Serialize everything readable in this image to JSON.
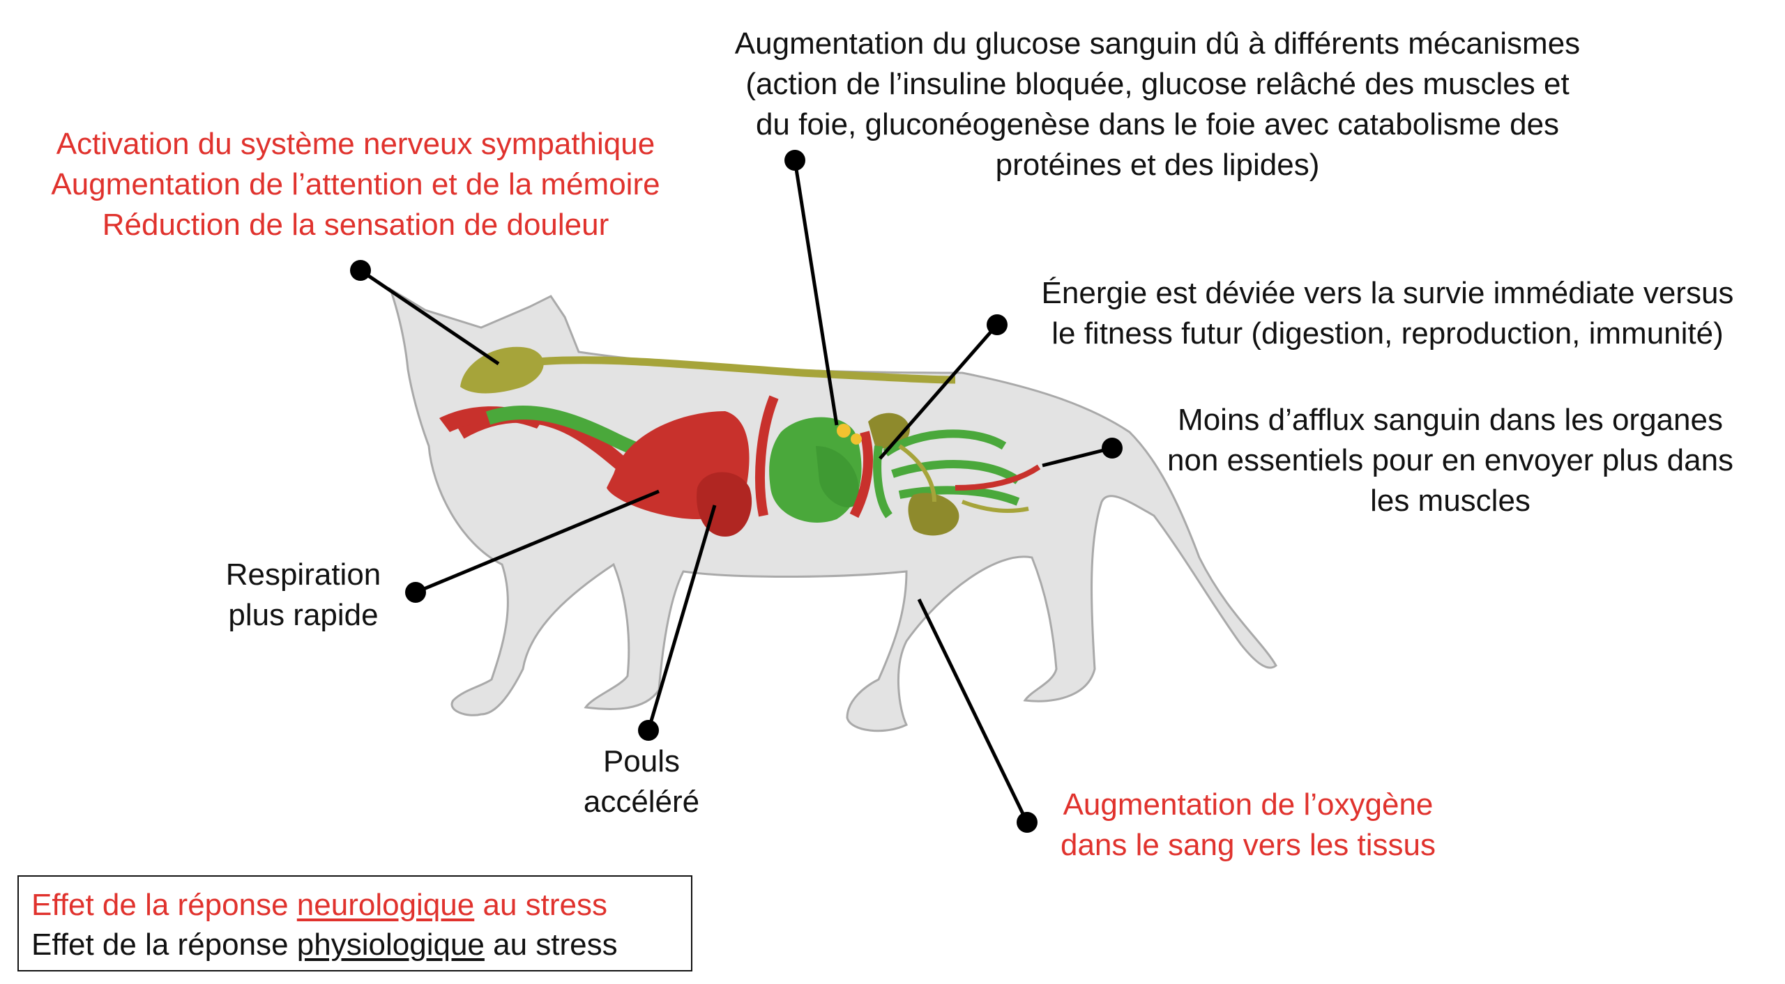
{
  "labels": {
    "neuro": [
      "Activation du système nerveux sympathique",
      "Augmentation de l’attention et de la mémoire",
      "Réduction de la sensation de douleur"
    ],
    "glucose": [
      "Augmentation du glucose sanguin dû à différents mécanismes",
      "(action de l’insuline bloquée, glucose relâché des muscles et",
      "du foie, gluconéogenèse dans le foie avec catabolisme des",
      "protéines et des lipides)"
    ],
    "energie": [
      "Énergie est déviée vers la survie immédiate versus",
      "le fitness futur (digestion, reproduction, immunité)"
    ],
    "afflux": [
      "Moins d’afflux sanguin dans les organes",
      "non essentiels pour en envoyer plus dans",
      "les muscles"
    ],
    "respiration": [
      "Respiration",
      "plus rapide"
    ],
    "pouls": [
      "Pouls",
      "accéléré"
    ],
    "oxygene": [
      "Augmentation de l’oxygène",
      "dans le sang vers les tissus"
    ]
  },
  "legend": {
    "neuro": {
      "prefix": "Effet de la réponse ",
      "word": "neurologique",
      "suffix": " au stress"
    },
    "physio": {
      "prefix": "Effet de la réponse ",
      "word": "physiologique",
      "suffix": " au stress"
    }
  },
  "colors": {
    "neurological": "#e0322d",
    "physiological": "#111111",
    "cat_body": "#e3e3e3",
    "organ_red": "#c8312c",
    "organ_green": "#4aa83b",
    "nerve_olive": "#a6a43a"
  }
}
